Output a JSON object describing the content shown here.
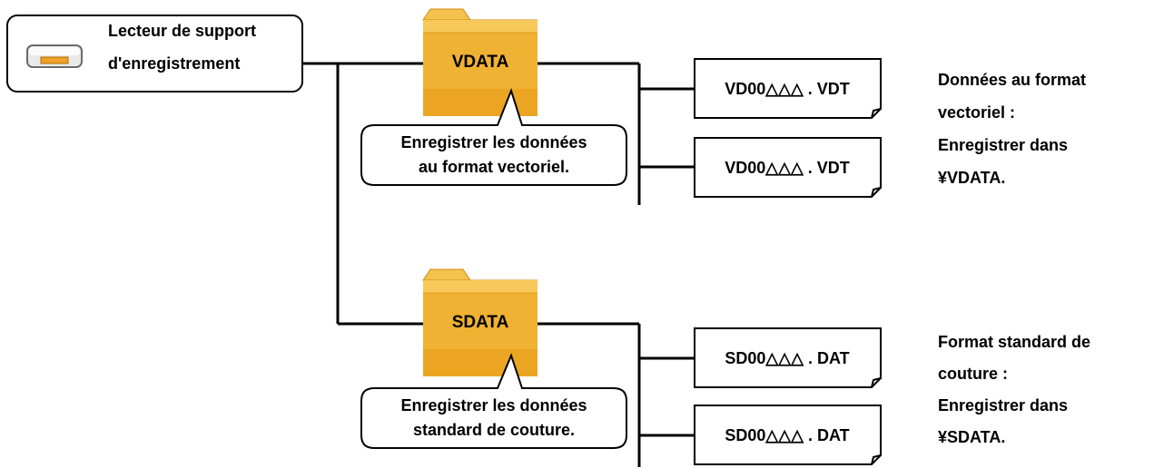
{
  "reader": {
    "label_line1": "Lecteur de support",
    "label_line2": "d'enregistrement"
  },
  "vector": {
    "folder_name": "VDATA",
    "callout_line1": "Enregistrer les données",
    "callout_line2": "au format vectoriel.",
    "files": [
      "VD00△△△ . VDT",
      "VD00△△△ . VDT"
    ],
    "note_lines": [
      "Données au format",
      "vectoriel :",
      "Enregistrer dans",
      "¥VDATA."
    ]
  },
  "standard": {
    "folder_name": "SDATA",
    "callout_line1": "Enregistrer les données",
    "callout_line2": "standard de couture.",
    "files": [
      "SD00△△△ . DAT",
      "SD00△△△ . DAT"
    ],
    "note_lines": [
      "Format standard de",
      "couture :",
      "Enregistrer dans",
      "¥SDATA."
    ]
  },
  "colors": {
    "folder_fill": "#f0b232",
    "folder_edge": "#e49a1c",
    "folder_tab": "#f4c24e",
    "lines": "#000000",
    "slot": "#f0a12a"
  }
}
